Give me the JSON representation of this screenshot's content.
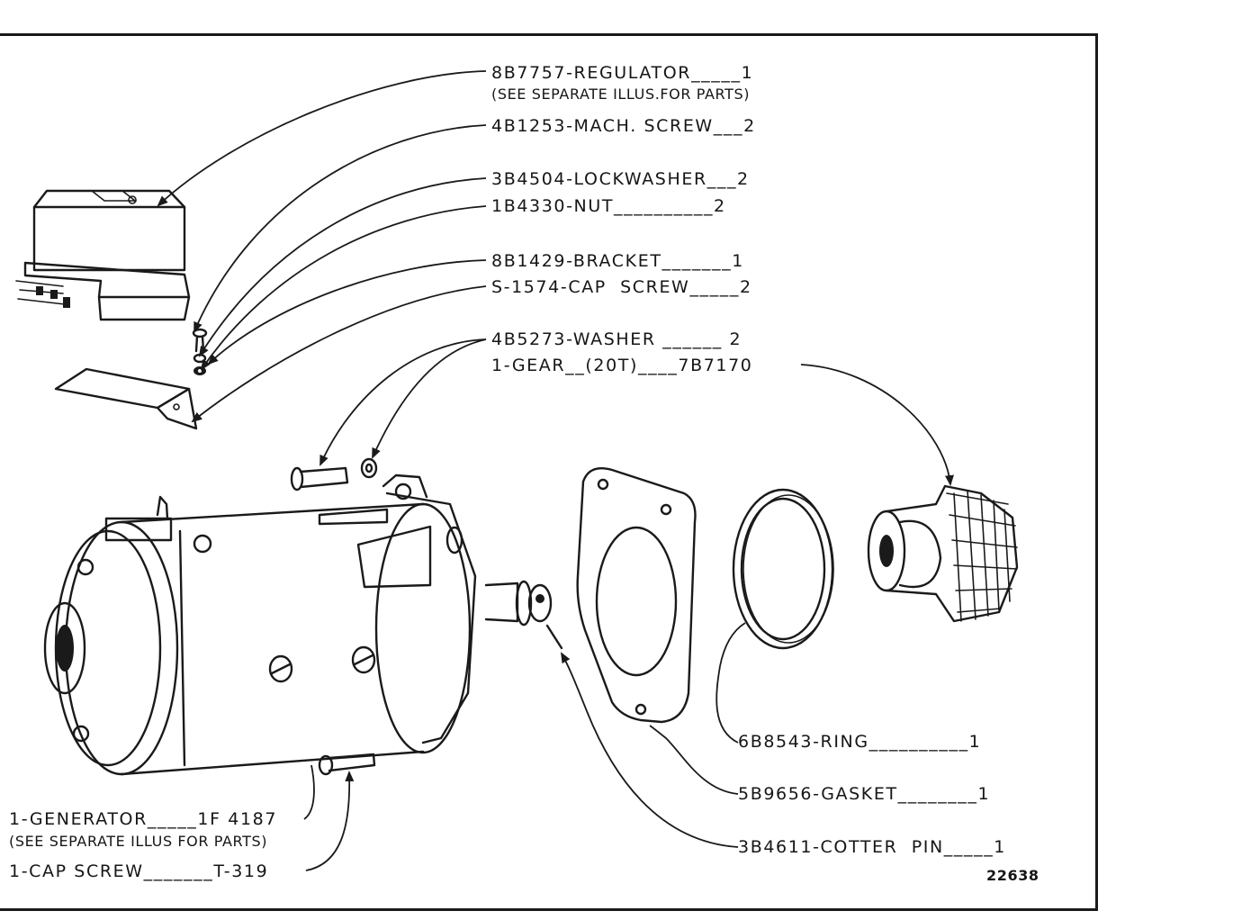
{
  "callouts": {
    "regulator": "8B7757-REGULATOR_____1",
    "regulator_note": "(SEE SEPARATE ILLUS.FOR PARTS)",
    "mach_screw": "4B1253-MACH. SCREW___2",
    "lockwasher": "3B4504-LOCKWASHER___2",
    "nut": "1B4330-NUT__________2",
    "bracket": "8B1429-BRACKET_______1",
    "cap_screw_s": "S-1574-CAP  SCREW_____2",
    "washer": "4B5273-WASHER ______ 2",
    "gear": "1-GEAR__(20T)____7B7170",
    "ring": "6B8543-RING__________1",
    "gasket": "5B9656-GASKET________1",
    "cotter_pin": "3B4611-COTTER  PIN_____1",
    "generator": "1-GENERATOR_____1F 4187",
    "generator_note": "(SEE SEPARATE ILLUS FOR PARTS)",
    "cap_screw_t": "1-CAP SCREW_______T-319"
  },
  "figure_number": "22638",
  "icons": [
    "regulator-drawing",
    "bracket-drawing",
    "generator-drawing",
    "gasket-drawing",
    "ring-drawing",
    "gear-drawing"
  ]
}
